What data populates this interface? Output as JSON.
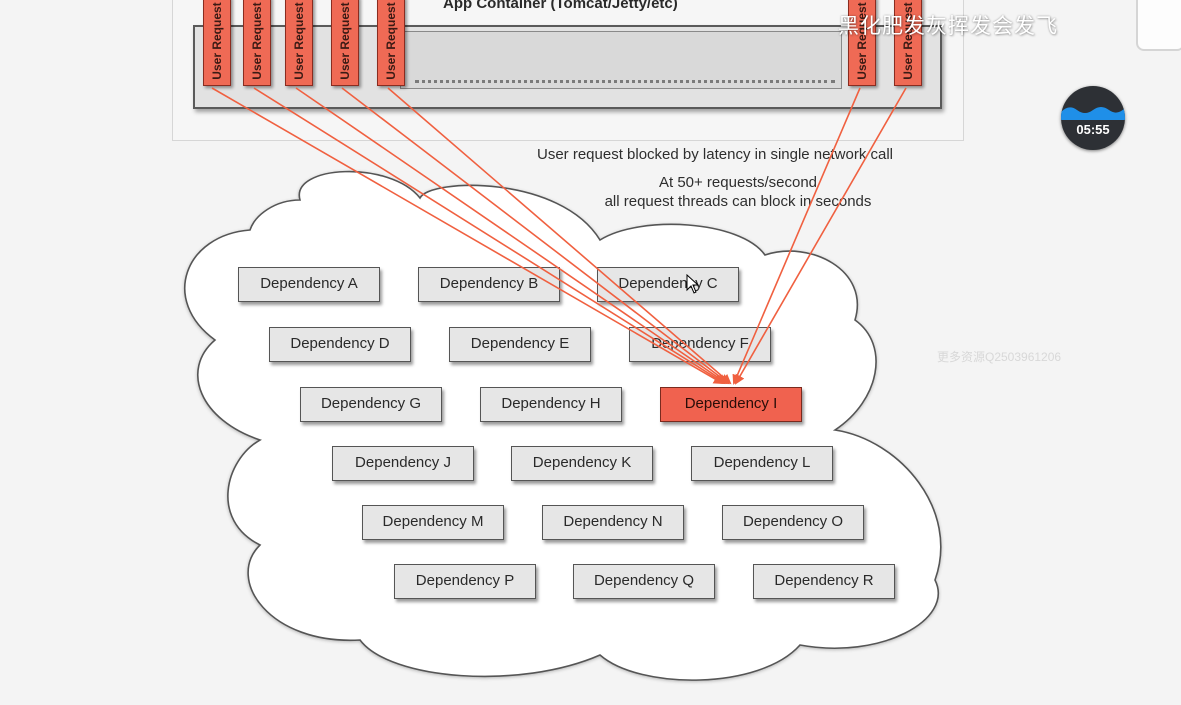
{
  "app_container": {
    "title": "App Container (Tomcat/Jetty/etc)",
    "threads": [
      {
        "label": "User Request"
      },
      {
        "label": "User Request"
      },
      {
        "label": "User Request"
      },
      {
        "label": "User Request"
      },
      {
        "label": "User Request"
      },
      {
        "label": "User Request"
      },
      {
        "label": "User Request"
      }
    ]
  },
  "captions": {
    "blocked": "User request blocked by latency in single network call",
    "rate_line1": "At 50+ requests/second",
    "rate_line2": "all request threads can block in seconds"
  },
  "dependencies": [
    {
      "label": "Dependency A",
      "failing": false
    },
    {
      "label": "Dependency B",
      "failing": false
    },
    {
      "label": "Dependency C",
      "failing": false
    },
    {
      "label": "Dependency D",
      "failing": false
    },
    {
      "label": "Dependency E",
      "failing": false
    },
    {
      "label": "Dependency F",
      "failing": false
    },
    {
      "label": "Dependency G",
      "failing": false
    },
    {
      "label": "Dependency H",
      "failing": false
    },
    {
      "label": "Dependency I",
      "failing": true
    },
    {
      "label": "Dependency J",
      "failing": false
    },
    {
      "label": "Dependency K",
      "failing": false
    },
    {
      "label": "Dependency L",
      "failing": false
    },
    {
      "label": "Dependency M",
      "failing": false
    },
    {
      "label": "Dependency N",
      "failing": false
    },
    {
      "label": "Dependency O",
      "failing": false
    },
    {
      "label": "Dependency P",
      "failing": false
    },
    {
      "label": "Dependency Q",
      "failing": false
    },
    {
      "label": "Dependency R",
      "failing": false
    }
  ],
  "overlay": {
    "watermark": "黑化肥发灰挥发会发飞",
    "timer": "05:55",
    "faint_text": "更多资源Q2503961206",
    "cursor_icon": "mouse-pointer-icon",
    "timer_icon": "water-wave-icon"
  },
  "colors": {
    "thread_fill": "#ef6a55",
    "failing_fill": "#f0624f",
    "arrow": "#f06040",
    "box_fill": "#e6e6e6"
  }
}
